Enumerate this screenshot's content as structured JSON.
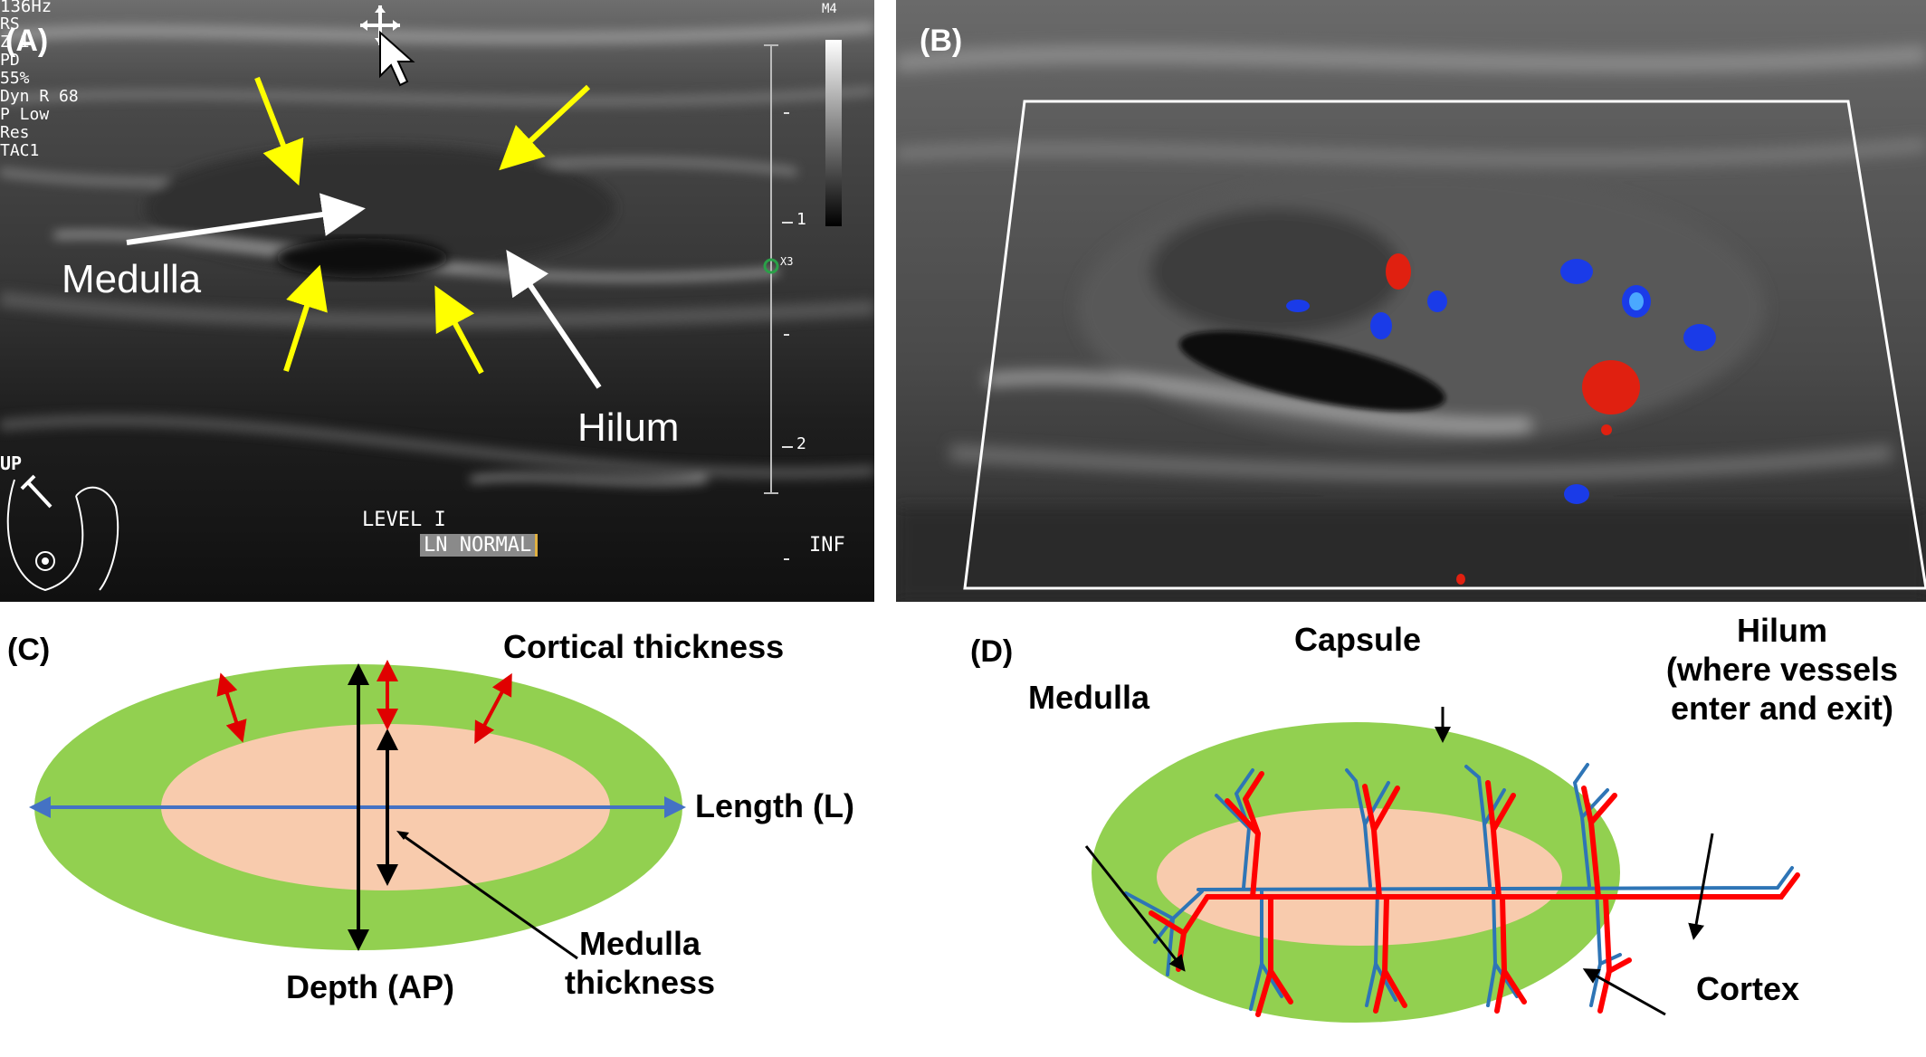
{
  "panel_a": {
    "label": "(A)",
    "settings": [
      "136Hz",
      "RS",
      "Z 1",
      "PD",
      " 55%",
      "Dyn R 68",
      "P Low",
      "Res",
      "TAC1"
    ],
    "probe_label": "M4",
    "annotations": {
      "medulla": "Medulla",
      "hilum": "Hilum"
    },
    "scale_ticks": [
      "1",
      "2"
    ],
    "scale_marker": "X3",
    "orientation": "UP",
    "level_text": "LEVEL I",
    "ln_text": "LN NORMAL",
    "inf_text": "INF",
    "colors": {
      "arrow_yellow": "#ffff00",
      "arrow_white": "#ffffff"
    }
  },
  "panel_b": {
    "label": "(B)",
    "colors": {
      "doppler_red": "#e02010",
      "doppler_blue": "#1a3be8",
      "doppler_light_blue": "#4aa8ff"
    }
  },
  "panel_c": {
    "label": "(C)",
    "cortical_thickness": "Cortical thickness",
    "length": "Length (L)",
    "depth": "Depth (AP)",
    "medulla_thickness": [
      "Medulla",
      "thickness"
    ],
    "colors": {
      "cortex": "#92d050",
      "medulla": "#f8cbad",
      "length_line": "#4472c4",
      "red_arrow": "#e00000"
    }
  },
  "panel_d": {
    "label": "(D)",
    "capsule": "Capsule",
    "hilum": [
      "Hilum",
      "(where vessels",
      "enter and exit)"
    ],
    "medulla": "Medulla",
    "cortex": "Cortex",
    "colors": {
      "artery": "#ff0000",
      "vein": "#2e75b6",
      "cortex": "#92d050",
      "medulla": "#f8cbad"
    }
  }
}
